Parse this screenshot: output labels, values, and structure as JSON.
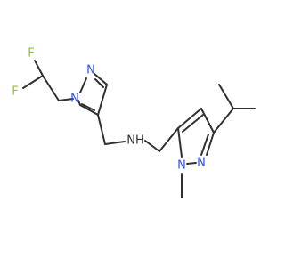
{
  "molecule": {
    "colors": {
      "bond": "#303030",
      "fluorine": "#8fbf3f",
      "nitrogen": "#3050f8",
      "amine": "#303030",
      "background": "#ffffff"
    },
    "atoms": {
      "f_upper": "F",
      "f_left": "F",
      "n_pyrazole_a_top": "N",
      "n_pyrazole_a_sub": "N",
      "amine": "NH",
      "n_pyrazole_b_right": "N",
      "n_pyrazole_b_sub": "N"
    }
  }
}
